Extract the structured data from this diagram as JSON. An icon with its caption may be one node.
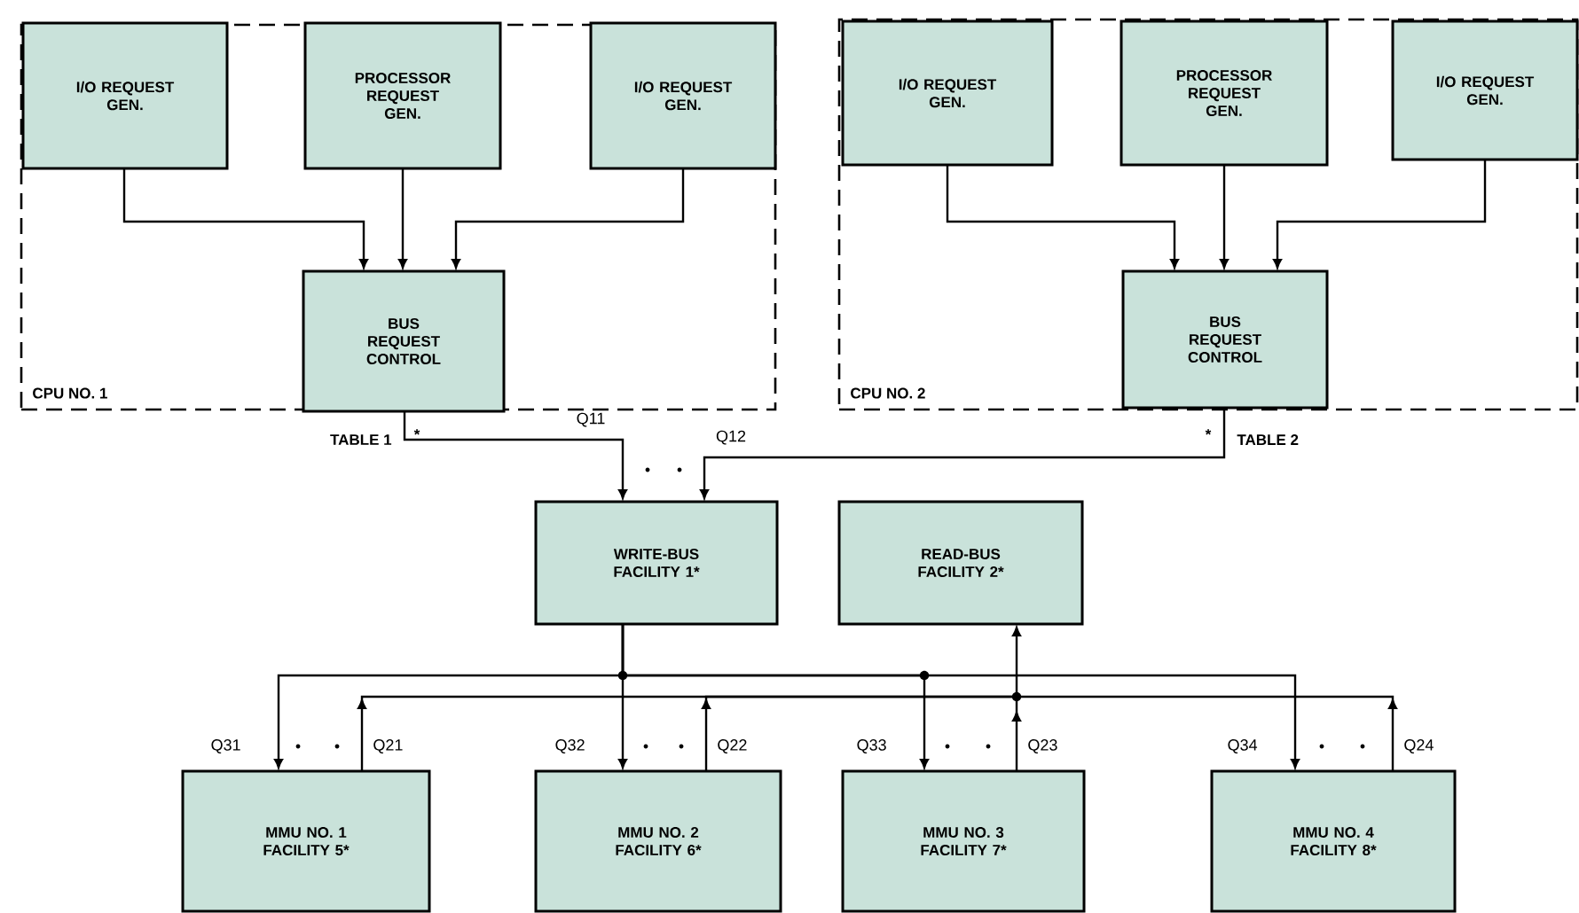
{
  "diagram": {
    "nodes": [
      {
        "text": [
          "CPU NO. 1"
        ]
      },
      {
        "text": [
          "I/O REQUEST GEN."
        ],
        "in": 0
      },
      {
        "text": [
          "PROCESSOR REQUEST GEN."
        ],
        "in": 0
      },
      {
        "text": [
          "I/O REQUEST GEN."
        ],
        "in": 0
      },
      {
        "text": [
          "BUS REQUEST CONTROL"
        ],
        "in": 0
      },
      {
        "text": [
          "CPU NO. 2"
        ]
      },
      {
        "text": [
          "I/O REQUEST GEN."
        ],
        "in": 5
      },
      {
        "text": [
          "PROCESSOR REQUEST GEN."
        ],
        "in": 5
      },
      {
        "text": [
          "I/O REQUEST GEN."
        ],
        "in": 5
      },
      {
        "text": [
          "BUS REQUEST CONTROL"
        ],
        "in": 5
      },
      {
        "text": [
          "WRITE-BUS FACILITY 1*"
        ]
      },
      {
        "text": [
          "READ-BUS FACILITY 2*"
        ]
      },
      {
        "text": [
          "MMU NO. 1 FACILITY 5*"
        ]
      },
      {
        "text": [
          "MMU NO. 2 FACILITY 6*"
        ]
      },
      {
        "text": [
          "MMU NO. 3 FACILITY 7*"
        ]
      },
      {
        "text": [
          "MMU NO. 4 FACILITY 8*"
        ]
      }
    ],
    "edges": [
      {
        "from": 1,
        "to": 4,
        "arrow": "to"
      },
      {
        "from": 2,
        "to": 4,
        "arrow": "to"
      },
      {
        "from": 3,
        "to": 4,
        "arrow": "to"
      },
      {
        "from": 6,
        "to": 9,
        "arrow": "to"
      },
      {
        "from": 7,
        "to": 9,
        "arrow": "to"
      },
      {
        "from": 8,
        "to": 9,
        "arrow": "to"
      },
      {
        "from": 4,
        "to": 10,
        "arrow": "to",
        "label": "Q11"
      },
      {
        "from": 9,
        "to": 10,
        "arrow": "to",
        "label": "Q12"
      },
      {
        "from": 10,
        "to": 12,
        "arrow": "to",
        "label": "Q31"
      },
      {
        "from": 10,
        "to": 13,
        "arrow": "to",
        "label": "Q32"
      },
      {
        "from": 10,
        "to": 14,
        "arrow": "to",
        "label": "Q33"
      },
      {
        "from": 10,
        "to": 15,
        "arrow": "to",
        "label": "Q34"
      },
      {
        "from": 12,
        "to": 11,
        "arrow": "to",
        "label": "Q21"
      },
      {
        "from": 13,
        "to": 11,
        "arrow": "to",
        "label": "Q22"
      },
      {
        "from": 14,
        "to": 11,
        "arrow": "to",
        "label": "Q23"
      },
      {
        "from": 15,
        "to": 11,
        "arrow": "to",
        "label": "Q24"
      }
    ],
    "labels": [
      "TABLE 1",
      "*",
      "*",
      "TABLE 2"
    ]
  }
}
